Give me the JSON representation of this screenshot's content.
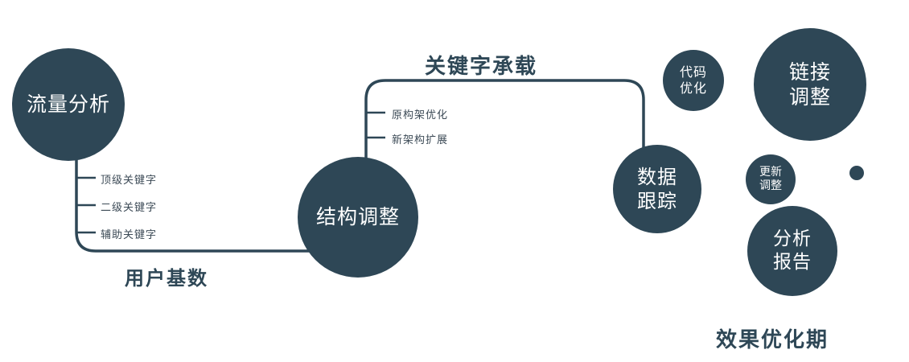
{
  "diagram": {
    "nodes": {
      "traffic_analysis": "流量分析",
      "structure_adjust": "结构调整",
      "data_tracking": "数据\n跟踪",
      "code_optimize": "代码\n优化",
      "link_adjust": "链接\n调整",
      "update_adjust": "更新\n调整",
      "analysis_report": "分析\n报告"
    },
    "edge_labels": {
      "keyword_carry": "关键字承载",
      "user_base": "用户基数",
      "effect_phase": "效果优化期"
    },
    "left_branches": [
      "顶级关键字",
      "二级关键字",
      "辅助关键字"
    ],
    "mid_branches": [
      "原构架优化",
      "新架构扩展"
    ],
    "colors": {
      "primary": "#2e4756",
      "node_text": "#ffffff",
      "branch_text": "#3c4a56"
    }
  }
}
